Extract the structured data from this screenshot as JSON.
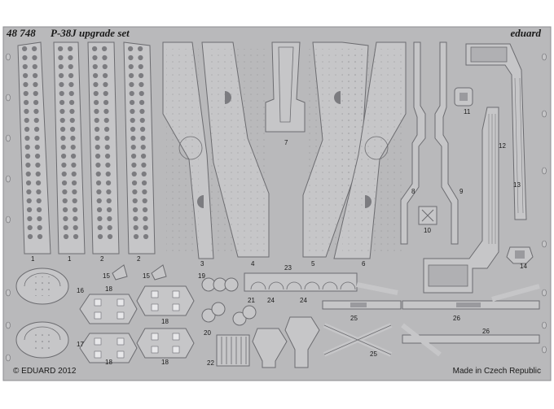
{
  "sheet": {
    "set_number": "48 748",
    "set_title": "P-38J upgrade set",
    "brand": "eduard",
    "copyright": "© EDUARD 2012",
    "origin": "Made in Czech Republic"
  },
  "part_numbers": [
    "1",
    "1",
    "2",
    "2",
    "3",
    "4",
    "5",
    "6",
    "7",
    "8",
    "9",
    "10",
    "11",
    "12",
    "13",
    "14",
    "15",
    "15",
    "16",
    "17",
    "18",
    "18",
    "18",
    "18",
    "19",
    "20",
    "21",
    "22",
    "23",
    "24",
    "24",
    "25",
    "25",
    "26",
    "26"
  ],
  "colors": {
    "fret": "#b9b9bb",
    "fret_edge": "#8d8d90",
    "part": "#c6c6c8",
    "part_edge": "#6c6c70",
    "hole": "#7c7c80",
    "text": "#1a1a1a"
  }
}
